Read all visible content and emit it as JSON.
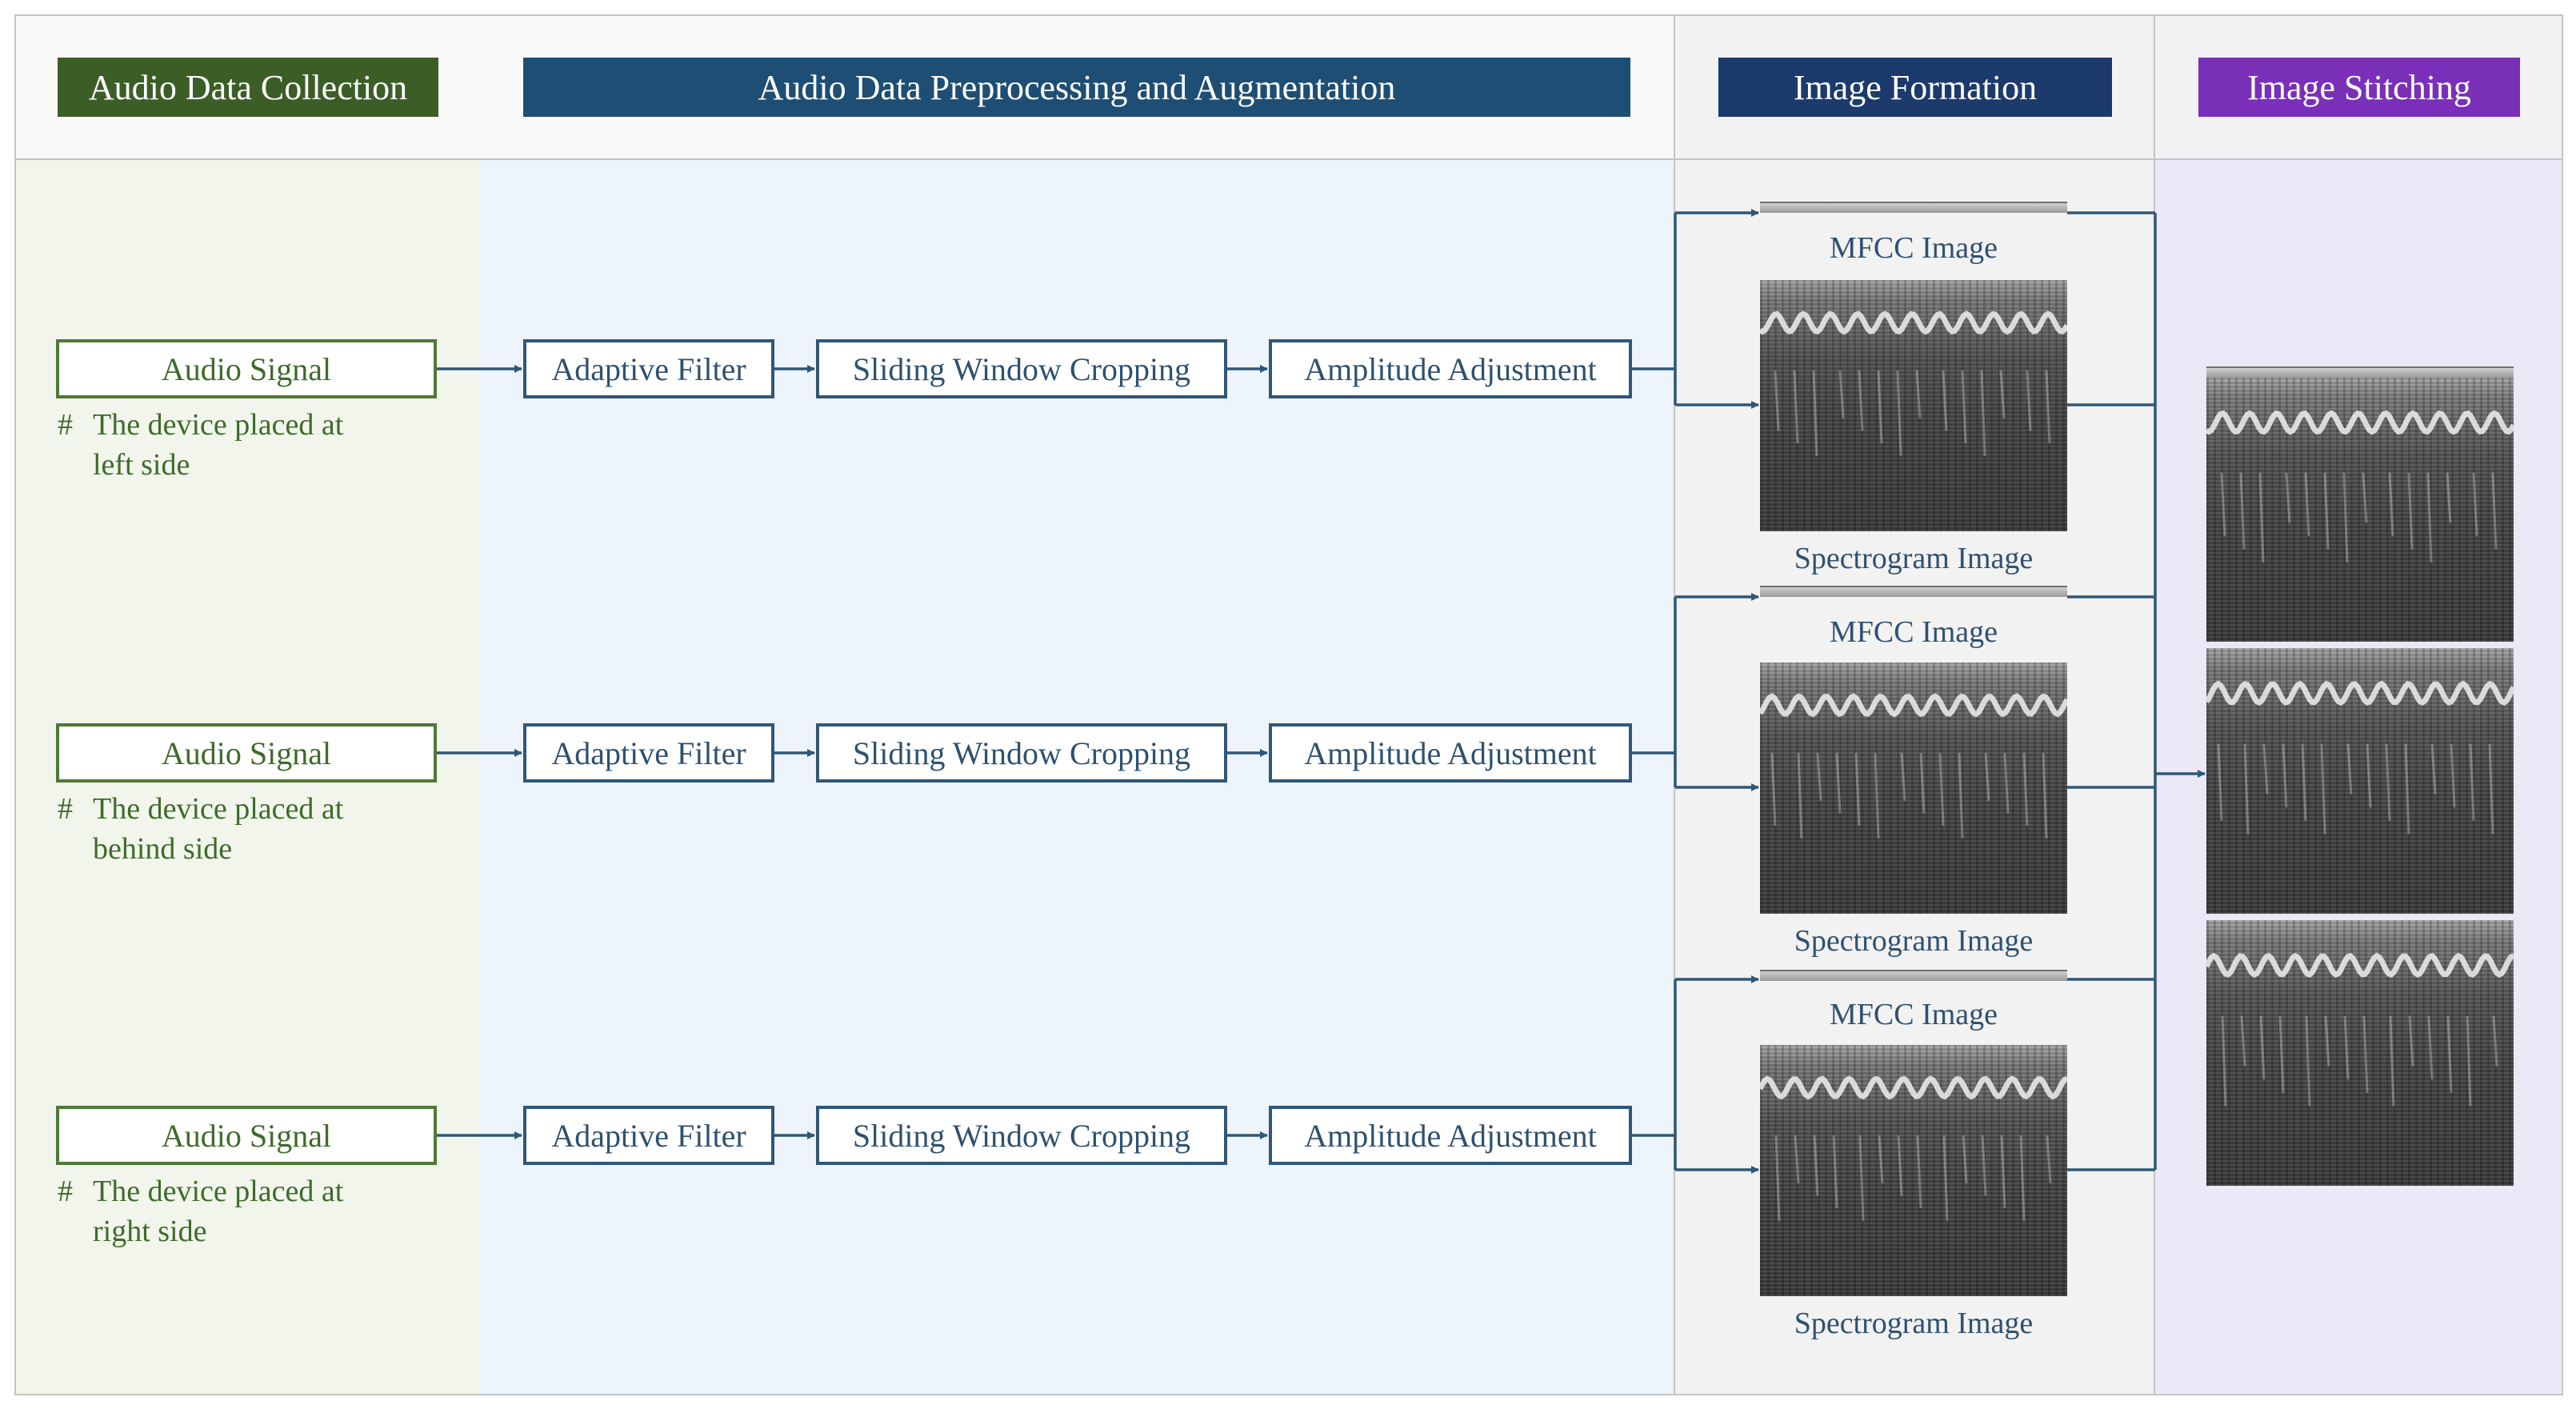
{
  "columns": {
    "collection": {
      "title": "Audio Data Collection",
      "header_color": "#3b5e27",
      "bg": "#f1f5ec"
    },
    "preprocessing": {
      "title": "Audio Data Preprocessing and Augmentation",
      "header_color": "#1e4e74",
      "bg": "#eef4fb"
    },
    "formation": {
      "title": "Image Formation",
      "header_color": "#1c3a6c",
      "bg": "#f2f2f2"
    },
    "stitching": {
      "title": "Image Stitching",
      "header_color": "#7a2fb8",
      "bg": "#ebe8f8"
    }
  },
  "rows": [
    {
      "signal": "Audio Signal",
      "note_hash": "#",
      "note_line1": "The device placed at",
      "note_line2": "left side",
      "steps": [
        "Adaptive Filter",
        "Sliding Window Cropping",
        "Amplitude Adjustment"
      ],
      "mfcc_label": "MFCC Image",
      "spectrogram_label": "Spectrogram Image"
    },
    {
      "signal": "Audio Signal",
      "note_hash": "#",
      "note_line1": "The device placed at",
      "note_line2": "behind side",
      "steps": [
        "Adaptive Filter",
        "Sliding Window Cropping",
        "Amplitude Adjustment"
      ],
      "mfcc_label": "MFCC Image",
      "spectrogram_label": "Spectrogram Image"
    },
    {
      "signal": "Audio Signal",
      "note_hash": "#",
      "note_line1": "The device placed at",
      "note_line2": "right side",
      "steps": [
        "Adaptive Filter",
        "Sliding Window Cropping",
        "Amplitude Adjustment"
      ],
      "mfcc_label": "MFCC Image",
      "spectrogram_label": "Spectrogram Image"
    }
  ],
  "colors": {
    "connector": "#2f5777",
    "zone_border": "#c4c4c4"
  }
}
